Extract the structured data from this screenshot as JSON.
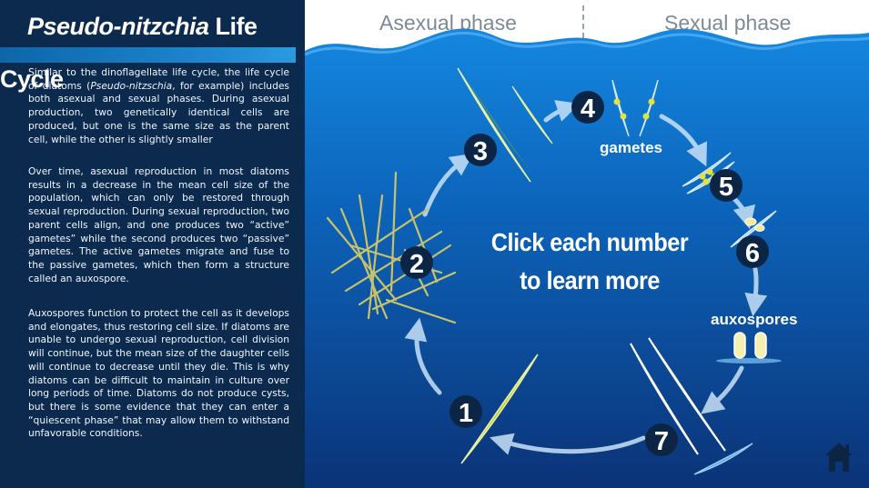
{
  "sidebar": {
    "title_italic": "Pseudo-nitzchia",
    "title_rest": " Life Cycle",
    "p1_a": "Similar to the dinoflagellate life cycle, the life cycle of diatoms (",
    "p1_i": "Pseudo-nitzschia",
    "p1_b": ", for example) includes both asexual and sexual phases. During asexual production, two genetically identical cells are produced, but one is the same size as the parent cell, while the other is slightly smaller",
    "p2": "Over time, asexual reproduction in most diatoms results in a decrease in the mean cell size of the population, which can only be restored through sexual reproduction. During sexual reproduction, two parent cells align, and one produces two “active” gametes” while the second produces two “passive” gametes. The active gametes migrate and fuse to the passive gametes, which then form a structure called an auxospore.",
    "p3": "Auxospores function to protect the cell as it develops and elongates, thus restoring cell size. If diatoms are unable to undergo sexual reproduction, cell division will continue, but the mean size of the daughter cells will continue to decrease until they die. This is why diatoms can be difficult to maintain in culture over long periods of time. Diatoms do not produce cysts, but there is some evidence that they can enter a “quiescent phase” that may allow them to withstand unfavorable conditions."
  },
  "diagram": {
    "phase_asexual": "Asexual phase",
    "phase_sexual": "Sexual phase",
    "cta_line1": "Click each number",
    "cta_line2": "to learn more",
    "label_gametes": "gametes",
    "label_auxospores": "auxospores",
    "steps": [
      "1",
      "2",
      "3",
      "4",
      "5",
      "6",
      "7"
    ]
  },
  "colors": {
    "sidebar_bg": "#0b2a4e",
    "ocean_top": "#0f7ad4",
    "ocean_bottom": "#0b3579",
    "step_circle": "#0d2545",
    "cell_green": "#c7d33a"
  },
  "icons": {
    "home": "home-icon"
  }
}
